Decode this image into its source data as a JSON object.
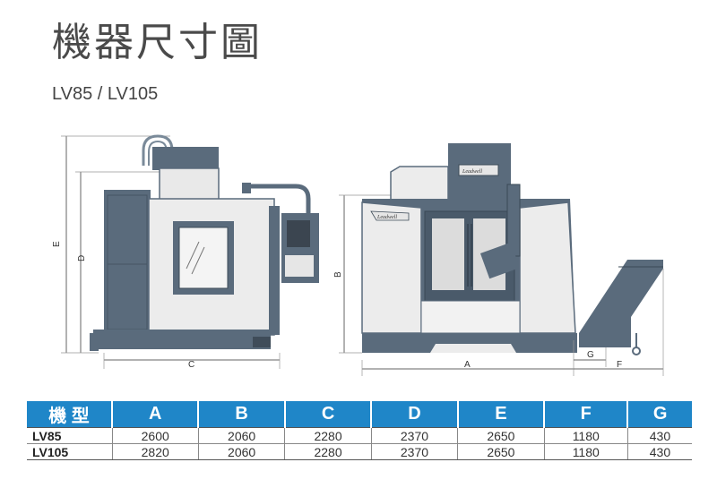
{
  "header": {
    "title": "機器尺寸圖",
    "subtitle": "LV85 / LV105"
  },
  "drawing": {
    "dim_labels": [
      "E",
      "D",
      "C",
      "B",
      "A",
      "G",
      "F"
    ],
    "brand_plate": "Leadwell"
  },
  "table": {
    "headers": [
      "機 型",
      "A",
      "B",
      "C",
      "D",
      "E",
      "F",
      "G"
    ],
    "rows": [
      [
        "LV85",
        "2600",
        "2060",
        "2280",
        "2370",
        "2650",
        "1180",
        "430"
      ],
      [
        "LV105",
        "2820",
        "2060",
        "2280",
        "2370",
        "2650",
        "1180",
        "430"
      ]
    ]
  },
  "colors": {
    "accent": "#1f86c8",
    "machine_dark": "#5a6b7c",
    "machine_light": "#eeeeee"
  }
}
